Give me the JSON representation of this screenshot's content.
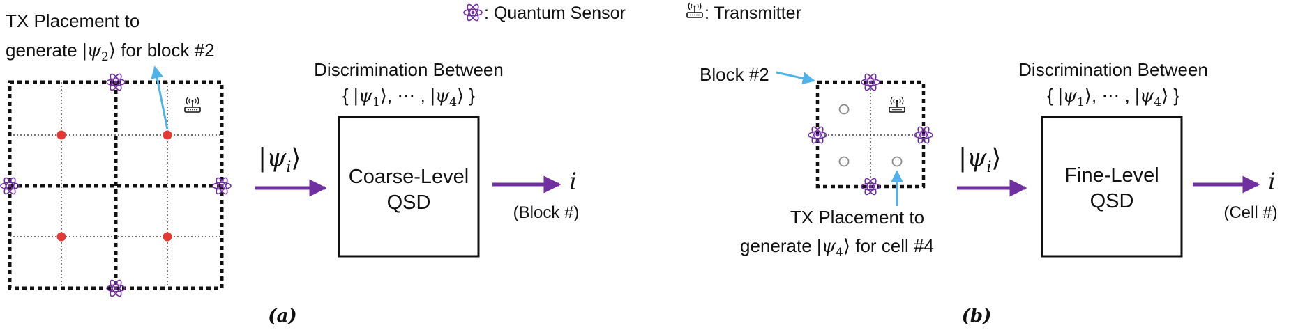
{
  "legend": {
    "sensor_label": ": Quantum Sensor",
    "tx_label": ": Transmitter",
    "sensor_icon": "atom-icon",
    "tx_icon": "antenna-router-icon"
  },
  "colors": {
    "arrow": "#7030a0",
    "callout": "#4fb3ea",
    "sensor": "#7030a0",
    "red_dot": "#e53935",
    "empty_dot": "#8a8a8a",
    "line": "#111111"
  },
  "panel_a": {
    "tx_note_line1": "TX Placement to",
    "tx_note_pre": "generate |",
    "tx_note_psi": "ψ",
    "tx_note_sub": "2",
    "tx_note_post": "⟩ for block #2",
    "disc_title": "Discrimination Between",
    "disc_set_open": "{ |",
    "disc_psi1": "ψ",
    "disc_sub1": "1",
    "disc_mid": "⟩,  ⋯ , |",
    "disc_psi2": "ψ",
    "disc_sub2": "4",
    "disc_close": "⟩ }",
    "input_bar": "|",
    "input_psi": "ψ",
    "input_sub": "i",
    "input_close": "⟩",
    "box_line1": "Coarse-Level",
    "box_line2": "QSD",
    "output_var": "i",
    "output_label": "(Block #)",
    "caption": "(a)"
  },
  "panel_b": {
    "block_label": "Block #2",
    "tx_note_line1": "TX Placement to",
    "tx_note_pre": "generate |",
    "tx_note_psi": "ψ",
    "tx_note_sub": "4",
    "tx_note_post": "⟩ for cell #4",
    "disc_title": "Discrimination Between",
    "disc_set_open": "{ |",
    "disc_psi1": "ψ",
    "disc_sub1": "1",
    "disc_mid": "⟩,  ⋯ , |",
    "disc_psi2": "ψ",
    "disc_sub2": "4",
    "disc_close": "⟩ }",
    "input_bar": "|",
    "input_psi": "ψ",
    "input_sub": "i",
    "input_close": "⟩",
    "box_line1": "Fine-Level",
    "box_line2": "QSD",
    "output_var": "i",
    "output_label": "(Cell #)",
    "caption": "(b)"
  }
}
